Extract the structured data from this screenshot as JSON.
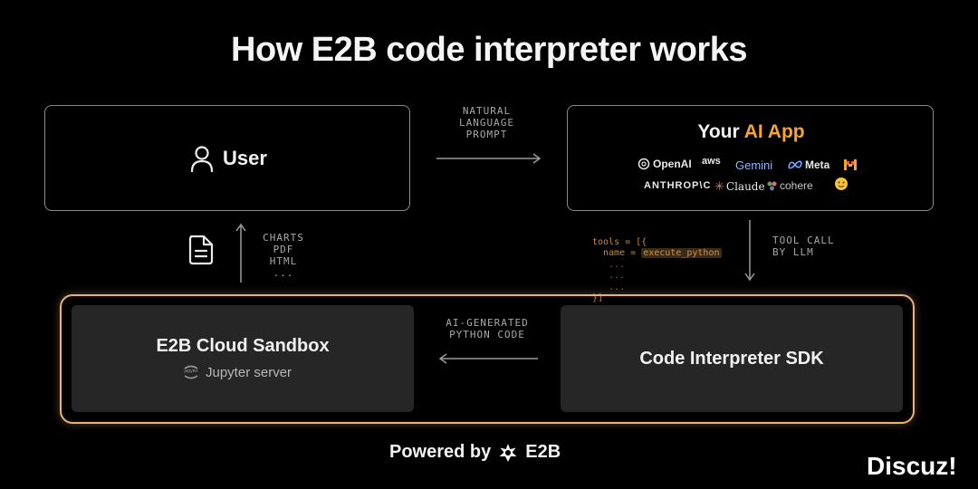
{
  "title": "How E2B code interpreter works",
  "user_box": {
    "label": "User",
    "icon": "user-icon"
  },
  "prompt_arrow": {
    "label": [
      "NATURAL",
      "LANGUAGE",
      "PROMPT"
    ]
  },
  "app_box": {
    "title_prefix": "Your ",
    "title_accent": "AI App",
    "logos_row1": [
      "OpenAI",
      "aws",
      "Gemini",
      "Meta"
    ],
    "logos_row2": [
      "ANTHROP\\C",
      "Claude",
      "cohere"
    ]
  },
  "output_arrow": {
    "label": [
      "CHARTS",
      "PDF",
      "HTML",
      "..."
    ],
    "icon": "document-icon"
  },
  "tool_code": {
    "line1": "tools = [{",
    "line2_key": "name = ",
    "line2_value": "execute_python",
    "dots": [
      "...",
      "...",
      "..."
    ],
    "line_end": "}]"
  },
  "tool_call_arrow": {
    "label": [
      "TOOL CALL",
      "BY LLM"
    ]
  },
  "sandbox": {
    "title": "E2B Cloud Sandbox",
    "subtitle": "Jupyter server",
    "jupyter_icon_text": "jupyter"
  },
  "code_arrow": {
    "label": [
      "AI-GENERATED",
      "PYTHON CODE"
    ]
  },
  "sdk": {
    "title": "Code Interpreter SDK"
  },
  "footer": {
    "prefix": "Powered by",
    "brand": "E2B"
  },
  "watermark": "Discuz!",
  "colors": {
    "accent": "#f7a23a",
    "sandbox_border": "#e9b27a",
    "inner_bg": "#262626"
  }
}
